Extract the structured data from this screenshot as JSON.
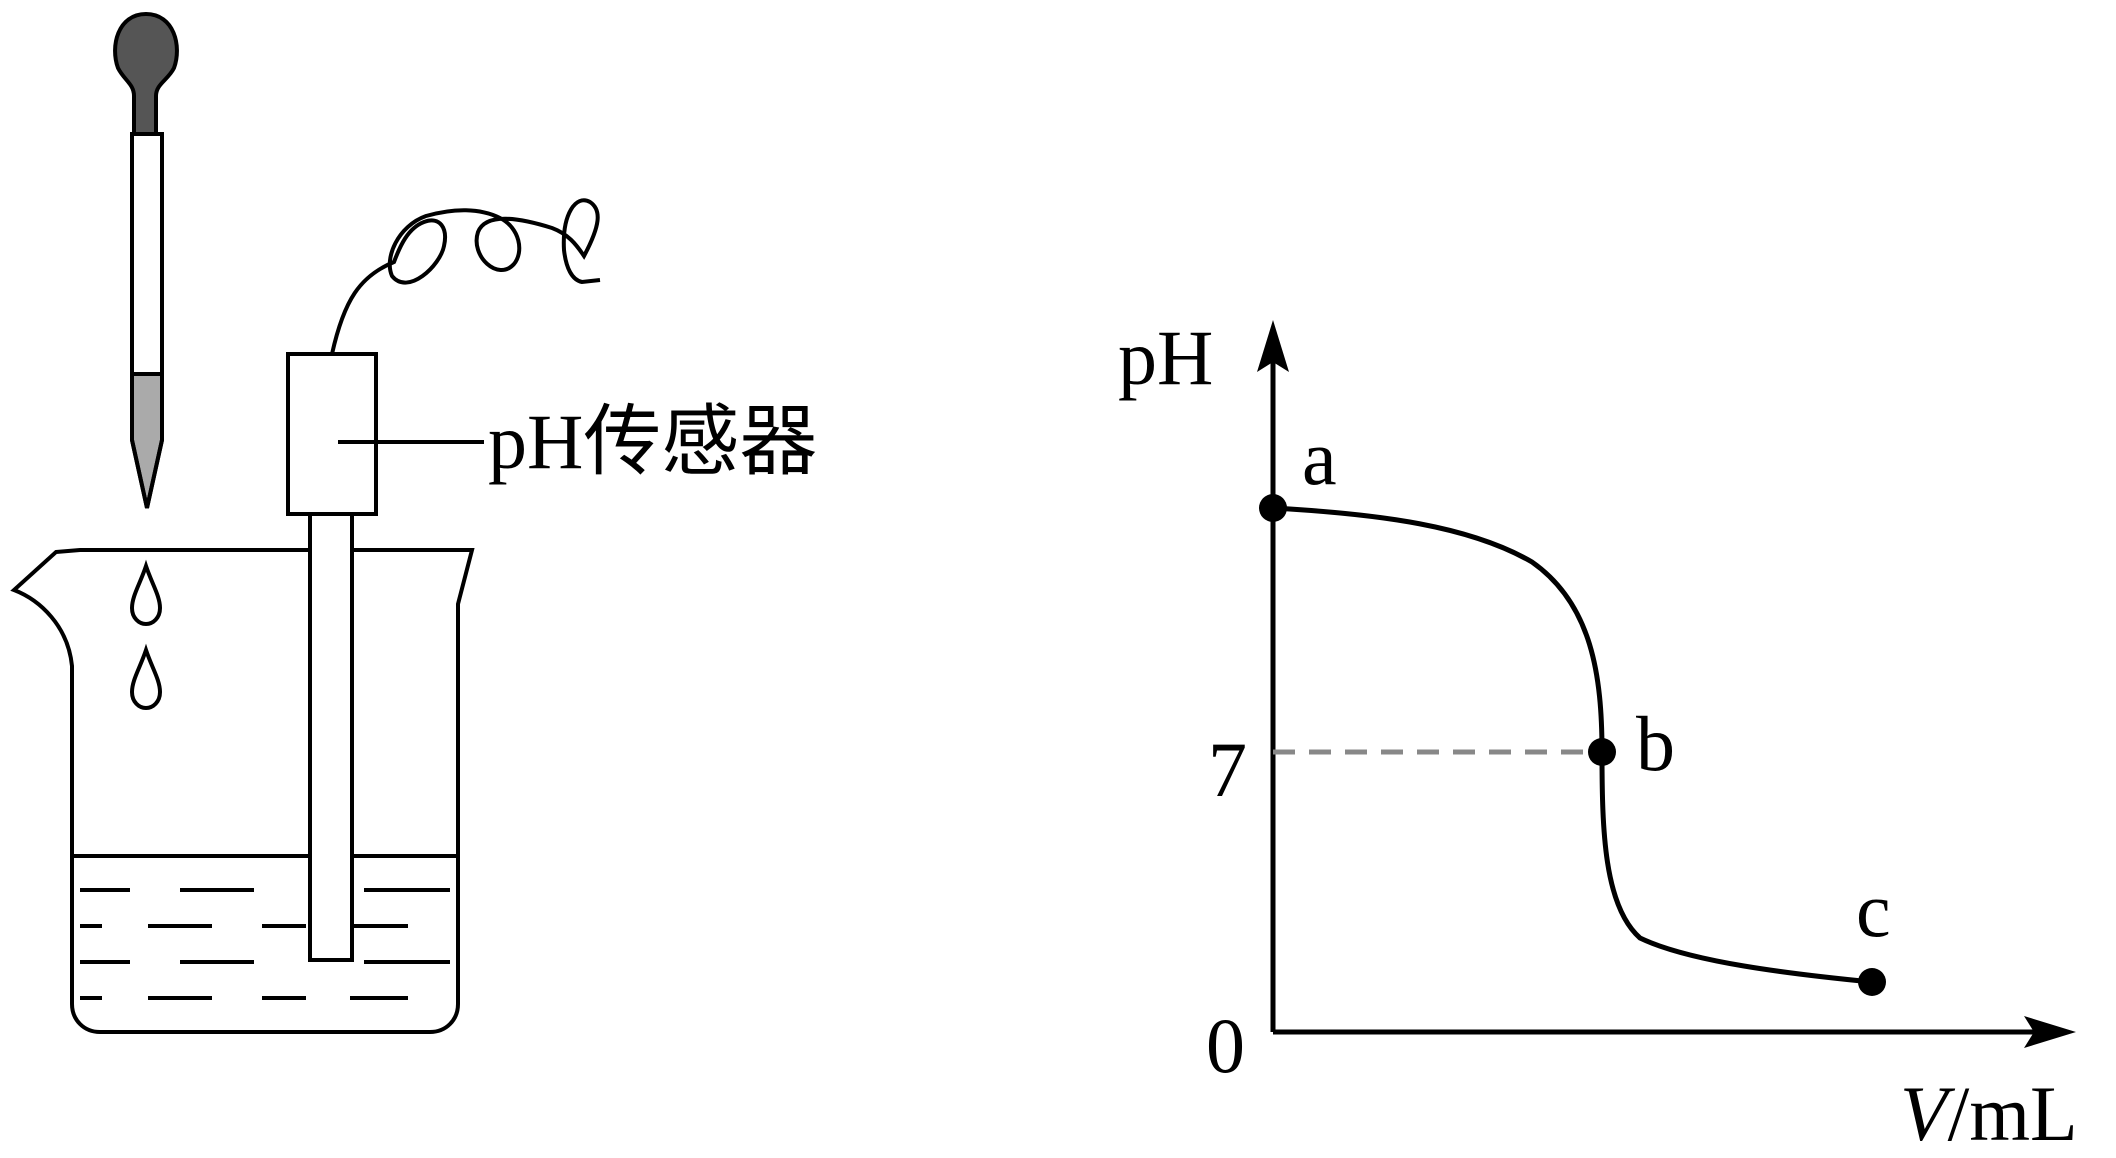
{
  "colors": {
    "ink": "#000000",
    "bulb": "#555555",
    "glass": "#aaaaaa",
    "dash": "#888888",
    "background": "#ffffff"
  },
  "sensor": {
    "label": "pH传感器"
  },
  "graph": {
    "y_axis_label": "pH",
    "x_axis_label_var": "V",
    "x_axis_label_unit": "/mL",
    "origin_label": "0",
    "tick_label_7": "7",
    "points": [
      {
        "label": "a"
      },
      {
        "label": "b"
      },
      {
        "label": "c"
      }
    ]
  }
}
